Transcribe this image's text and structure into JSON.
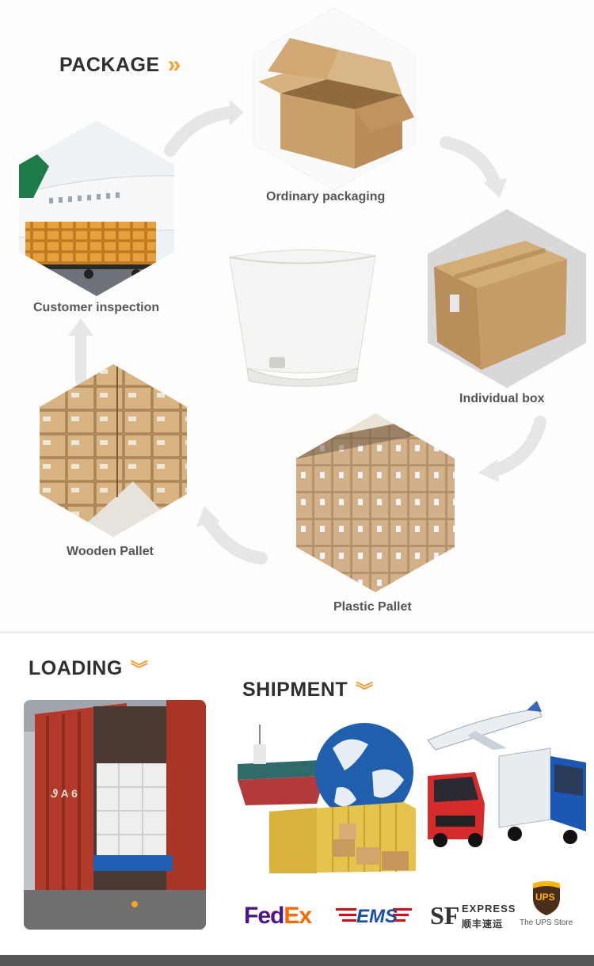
{
  "package": {
    "title": "PACKAGE",
    "chevron": "»"
  },
  "steps": {
    "ordinary": "Ordinary packaging",
    "individual": "Individual box",
    "plastic": "Plastic Pallet",
    "wooden": "Wooden Pallet",
    "customer": "Customer inspection"
  },
  "loading": {
    "title": "LOADING",
    "chevron": "︾"
  },
  "shipment": {
    "title": "SHIPMENT",
    "chevron": "︾"
  },
  "truck_text": "Ꮽ A 6",
  "carriers": {
    "fedex_fe": "Fed",
    "fedex_ex": "Ex",
    "ems": "EMS",
    "sf_mark": "SF",
    "sf_express": "EXPRESS",
    "sf_cn": "顺丰速运",
    "ups_mark": "UPS",
    "ups_store": "The UPS Store"
  },
  "colors": {
    "accent": "#f3a03b",
    "heading": "#2f2f2f",
    "label": "#555555",
    "cardboard": "#c9a06a",
    "fedex_purple": "#4d148c",
    "fedex_orange": "#ff6600",
    "ems_red": "#e30613",
    "ups_brown": "#4b2e1a",
    "ups_gold": "#ffb500"
  }
}
